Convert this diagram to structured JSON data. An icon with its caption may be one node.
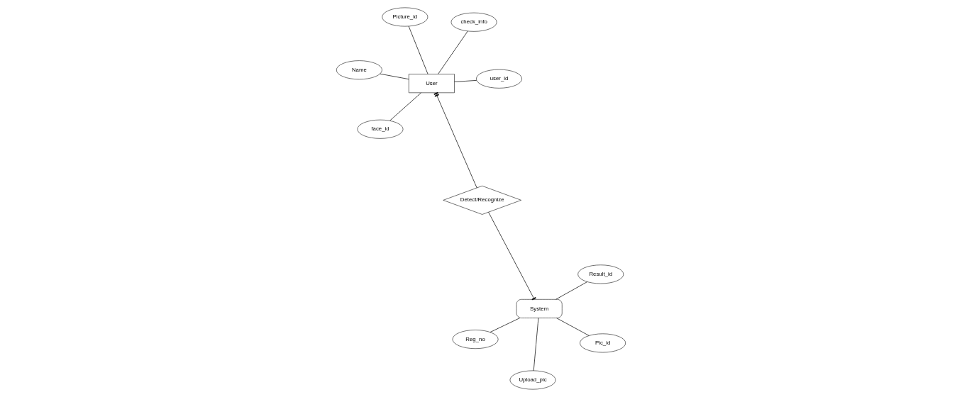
{
  "diagram": {
    "nodes": [
      {
        "text": [
          "User"
        ]
      },
      {
        "text": [
          "user_id"
        ]
      },
      {
        "text": [
          "face_id"
        ]
      },
      {
        "text": [
          "Name"
        ]
      },
      {
        "text": [
          "check_info"
        ]
      },
      {
        "text": [
          "Picture_id"
        ]
      },
      {
        "text": [
          "Detect/Recognize"
        ]
      },
      {
        "text": [
          "System"
        ]
      },
      {
        "text": [
          "Reg_no"
        ]
      },
      {
        "text": [
          "Pic_id"
        ]
      },
      {
        "text": [
          "Upload_pic"
        ]
      },
      {
        "text": [
          "Result_id"
        ]
      }
    ],
    "edges": [
      {
        "from": 0,
        "to": 1,
        "arrow": "none"
      },
      {
        "from": 0,
        "to": 2,
        "arrow": "none"
      },
      {
        "from": 0,
        "to": 3,
        "arrow": "none"
      },
      {
        "from": 0,
        "to": 4,
        "arrow": "none"
      },
      {
        "from": 0,
        "to": 5,
        "arrow": "none"
      },
      {
        "from": 6,
        "to": 0,
        "arrow": "other"
      },
      {
        "from": 6,
        "to": 7,
        "arrow": "other"
      },
      {
        "from": 7,
        "to": 8,
        "arrow": "none"
      },
      {
        "from": 7,
        "to": 9,
        "arrow": "none"
      },
      {
        "from": 7,
        "to": 10,
        "arrow": "none"
      },
      {
        "from": 7,
        "to": 11,
        "arrow": "none"
      }
    ]
  }
}
